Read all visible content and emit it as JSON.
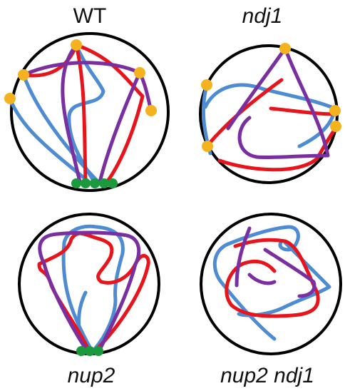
{
  "panels": [
    {
      "id": "wt",
      "label": "WT",
      "italic": false
    },
    {
      "id": "ndj1",
      "label": "ndj1",
      "italic": true
    },
    {
      "id": "nup2",
      "label": "nup2",
      "italic": true
    },
    {
      "id": "nup2ndj1",
      "label": "nup2 ndj1",
      "italic": true
    }
  ],
  "colors": {
    "nucleus": "#000000",
    "red": "#e8141b",
    "blue": "#4d8cd2",
    "purple": "#7a2fa0",
    "telomere": "#f4b21f",
    "centromere": "#1a9a3c"
  }
}
